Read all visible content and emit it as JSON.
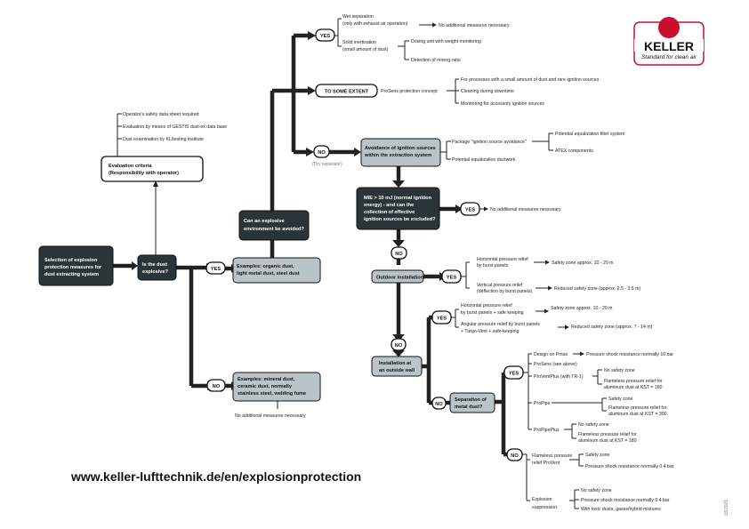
{
  "logo": {
    "brand": "KELLER",
    "tagline": "Standard for clean air"
  },
  "url": "www.keller-lufttechnik.de/en/explosionprotection",
  "side_code": "03/2021",
  "nodes": {
    "start": [
      "Selection of explosion",
      "protection measures for",
      "dust extracting system"
    ],
    "is_dust_explosive": [
      "Is the dust",
      "explosive?"
    ],
    "eval_criteria": [
      "Evaluation criteria",
      "(Responsibility with operator)"
    ],
    "eval_items": [
      "Operator's safety data sheet required",
      "Evaluation by means of GESTIS dust-ex data base",
      "Dust examination by KL/testing institute"
    ],
    "yes_examples": [
      "Examples: organic dust,",
      "light metal dust, steel dust"
    ],
    "no_examples": [
      "Examples: mineral dust,",
      "ceramic dust, normally",
      "stainless steel, welding fume"
    ],
    "no_additional_bottom": "No additional measures necessary",
    "avoid_question": [
      "Can an explosive",
      "environment be avoided?"
    ],
    "wet_separation": [
      "Wet separation",
      "(only with exhaust air operation)"
    ],
    "no_additional_wet": "No additional measures necessary",
    "solid_inertisation": [
      "Solid inertisation",
      "(small amount of dust)"
    ],
    "dosing_unit": "Dosing unit with weight monitoring",
    "detection_mixing": "Detection of mixing ratio",
    "to_some_extent": "TO SOME EXTENT",
    "prosens": "ProSens protection concept",
    "prosens_items": [
      "For processes with a small amount of dust and rare ignition sources",
      "Cleaning during downtime",
      "Monitoring for accessory ignition sources"
    ],
    "dry_separator": "(Dry separator)",
    "avoidance": [
      "Avoidance of ignition sources",
      "within the extraction system"
    ],
    "package": "Package \"ignition source avoidance\"",
    "package_items": [
      "Potential equalization filter system",
      "ATEX components"
    ],
    "potential_ductwork": "Potential equalization ductwork",
    "mie_question": [
      "MIE > 10 mJ (normal ignition",
      "energy) - and can the",
      "collection of effective",
      "ignition sources be excluded?"
    ],
    "no_additional_mie": "No additional measures necessary",
    "outdoor": "Outdoor installation",
    "outdoor_items": [
      [
        "Horizontal pressure relief",
        "by burst panels"
      ],
      [
        "Vertical pressure relief",
        "(deflection by burst panels)"
      ]
    ],
    "outdoor_results": [
      "Safety zone approx. 10 - 20 m",
      "Reduced safety zone (approx. 2.5 - 3.5 m)"
    ],
    "installation_wall": [
      "Installation at",
      "an outside wall"
    ],
    "wall_items": [
      [
        "Horizontal pressure relief",
        "by burst panels + safe keeping"
      ],
      [
        "Angular pressure relief by burst panels",
        "+ Turgo-Vent + safe-keeping"
      ]
    ],
    "wall_results": [
      "Safety zone approx. 10 - 20 m",
      "Reduced safety zone (approx. 7 - 14 m)"
    ],
    "separation_metal": [
      "Separation of",
      "metal dust?"
    ],
    "metal_yes_items": [
      "Design on Pmax",
      "ProSens (see above)",
      "ProVentPlus (with TR-1)",
      "ProPipe",
      "ProPipePlus"
    ],
    "pmax_result": "Pressure shock resistance normally 10 bar",
    "proventplus_results": [
      [
        "No safety zone"
      ],
      [
        "Flameless pressure relief for",
        "aluminum dust at KST = 180"
      ]
    ],
    "propipe_results": [
      [
        "Safety zone"
      ],
      [
        "Flameless pressure relief for",
        "aluminum dust at KST = 300"
      ]
    ],
    "propipeplus_results": [
      [
        "No safety zone"
      ],
      [
        "Flameless pressure relief for",
        "aluminum dust at KST = 180"
      ]
    ],
    "flameless": [
      "Flameless pressure",
      "relief ProVent"
    ],
    "flameless_results": [
      "Safety zone",
      "Pressure shock resistance normally 0.4 bar"
    ],
    "explosion_suppression": [
      "Explosion",
      "suppression"
    ],
    "suppression_results": [
      "No safety zone",
      "Pressure shock resistance normally 0.4 bar",
      "With toxic dusts, gases/hybrid mixtures"
    ]
  },
  "labels": {
    "yes": "YES",
    "no": "NO"
  }
}
